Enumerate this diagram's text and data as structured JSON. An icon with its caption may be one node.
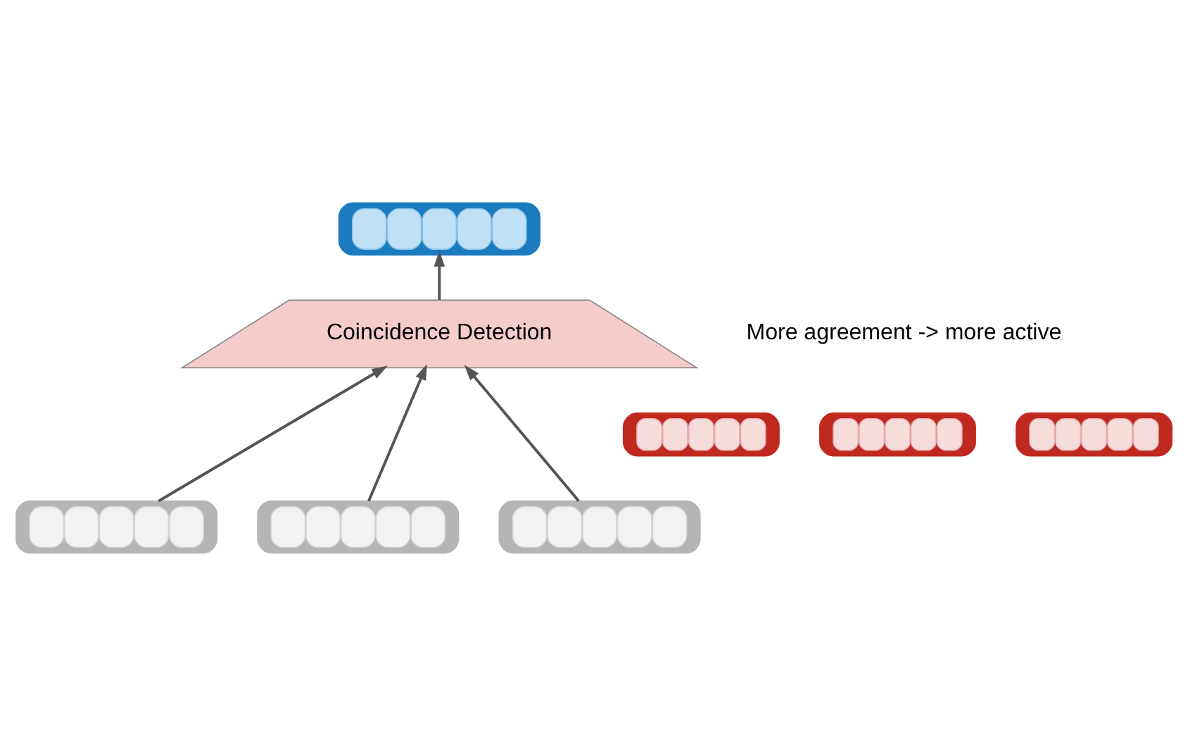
{
  "diagram": {
    "nodes": [
      {
        "text": [],
        "shape": "box"
      },
      {
        "text": [
          "Coincidence Detection"
        ],
        "beside": [
          "More agreement -> more active"
        ]
      },
      {
        "text": [],
        "shape": "box"
      },
      {
        "text": [],
        "shape": "box"
      },
      {
        "text": [],
        "shape": "box"
      },
      {
        "text": [],
        "shape": "box"
      },
      {
        "text": [],
        "shape": "box"
      },
      {
        "text": [],
        "shape": "box"
      }
    ],
    "edges": [
      {
        "from": 5,
        "to": 1,
        "arrow": "to"
      },
      {
        "from": 6,
        "to": 1,
        "arrow": "to"
      },
      {
        "from": 7,
        "to": 1,
        "arrow": "to"
      },
      {
        "from": 1,
        "to": 0,
        "arrow": "to"
      }
    ]
  }
}
